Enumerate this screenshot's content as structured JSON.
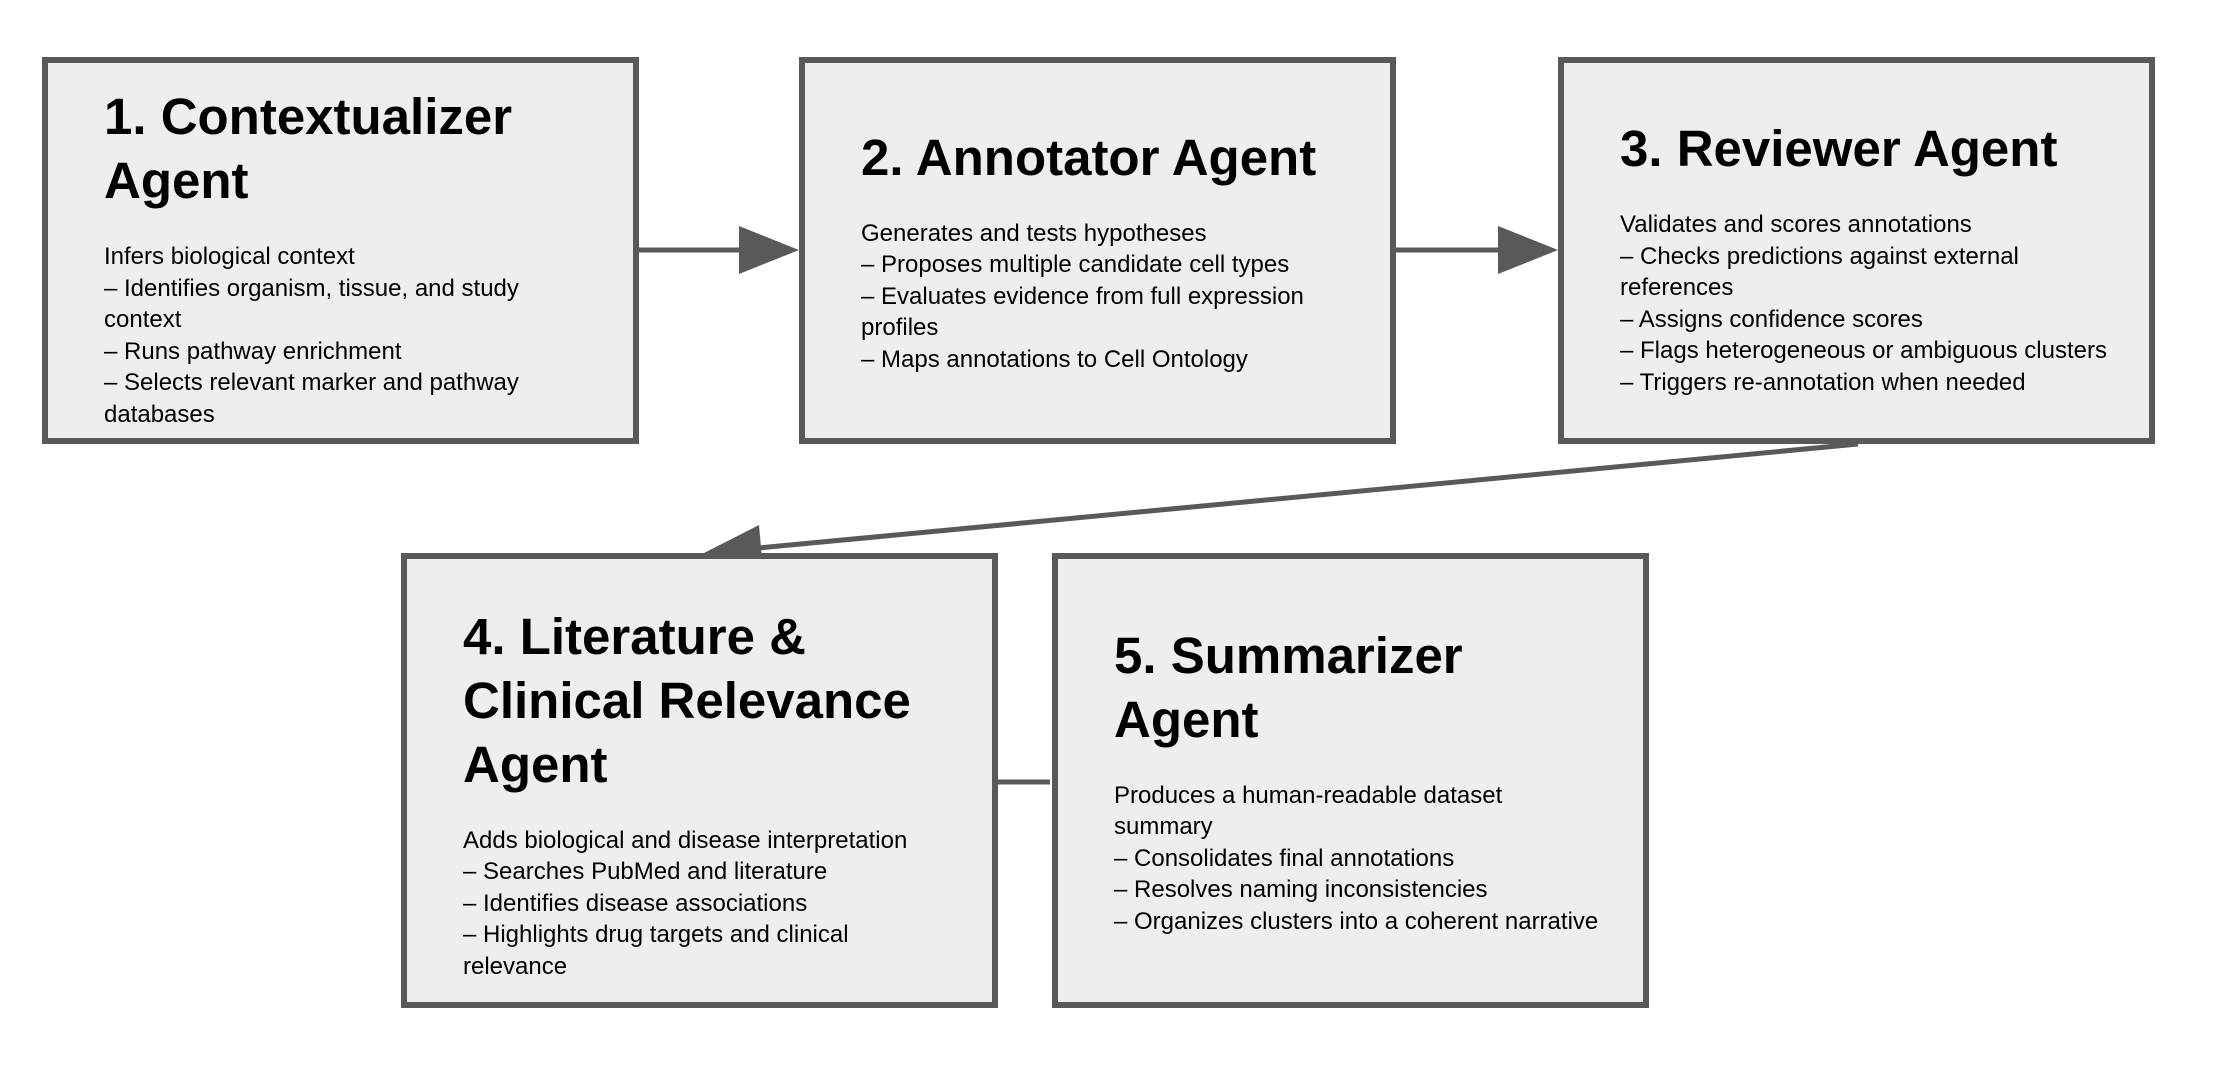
{
  "colors": {
    "box_fill": "#eeeeee",
    "box_border": "#595959",
    "arrow": "#595959",
    "text": "#000000",
    "background": "#ffffff"
  },
  "agents": [
    {
      "title": "1. Contextualizer Agent",
      "description": "Infers biological context",
      "bullets": [
        "– Identifies organism, tissue, and study context",
        "– Runs pathway enrichment",
        "– Selects relevant marker and pathway databases"
      ]
    },
    {
      "title": "2. Annotator Agent",
      "description": "Generates and tests hypotheses",
      "bullets": [
        "– Proposes multiple candidate cell types",
        "– Evaluates evidence from full expression profiles",
        "– Maps annotations to Cell Ontology"
      ]
    },
    {
      "title": "3. Reviewer Agent",
      "description": "Validates and scores annotations",
      "bullets": [
        "– Checks predictions against external references",
        "– Assigns confidence scores",
        "– Flags heterogeneous or ambiguous clusters",
        "– Triggers re-annotation when needed"
      ]
    },
    {
      "title": "4. Literature & Clinical Relevance Agent",
      "description": "Adds biological and disease interpretation",
      "bullets": [
        "– Searches PubMed and literature",
        "– Identifies disease associations",
        "– Highlights drug targets and clinical relevance"
      ]
    },
    {
      "title": "5. Summarizer Agent",
      "description": "Produces a human-readable dataset summary",
      "bullets": [
        "– Consolidates final annotations",
        "– Resolves naming inconsistencies",
        "– Organizes clusters into a coherent narrative"
      ]
    }
  ]
}
